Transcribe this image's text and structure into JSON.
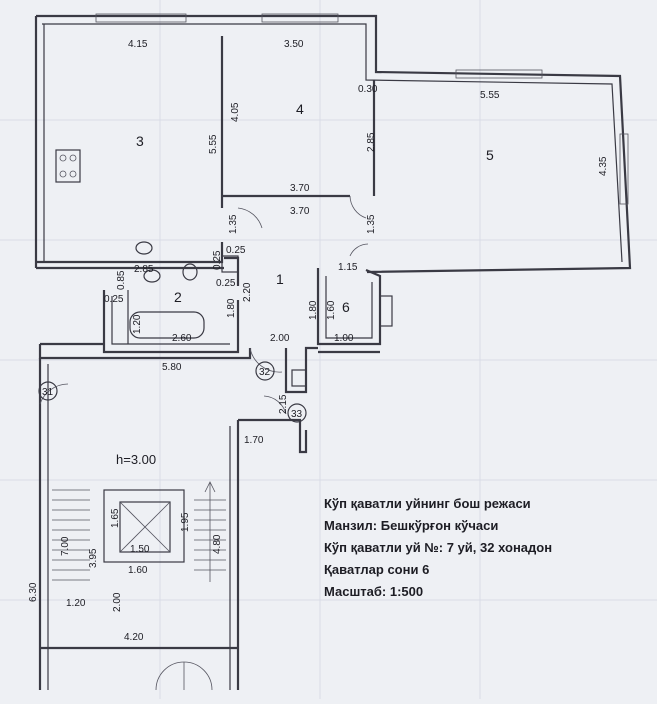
{
  "plan": {
    "rooms": [
      {
        "id": "3",
        "label": "3"
      },
      {
        "id": "4",
        "label": "4"
      },
      {
        "id": "5",
        "label": "5"
      },
      {
        "id": "1",
        "label": "1"
      },
      {
        "id": "2",
        "label": "2"
      },
      {
        "id": "6",
        "label": "6"
      }
    ],
    "dimensions": [
      "4.15",
      "3.50",
      "0.30",
      "5.55",
      "4.05",
      "5.55",
      "2.85",
      "4.35",
      "3.70",
      "3.70",
      "1.35",
      "1.35",
      "0.25",
      "0.25",
      "0.25",
      "2.85",
      "0.85",
      "0.25",
      "1.15",
      "1.80",
      "2.20",
      "1.20",
      "1.80",
      "1.60",
      "2.60",
      "2.00",
      "1.00",
      "5.80",
      "2.15",
      "1.70",
      "1.65",
      "1.95",
      "4.80",
      "1.50",
      "1.60",
      "7.00",
      "3.95",
      "6.30",
      "1.20",
      "2.00",
      "4.20"
    ],
    "door_markers": [
      "31",
      "32",
      "33"
    ],
    "height_label": "h=3.00"
  },
  "info": {
    "line1": "Кўп қаватли уйнинг бош режаси",
    "line2": "Манзил: Бешкўрғон кўчаси",
    "line3": "Кўп қаватли уй №: 7 уй, 32 хонадон",
    "line4": "Қаватлар сони 6",
    "line5": "Масштаб: 1:500"
  }
}
